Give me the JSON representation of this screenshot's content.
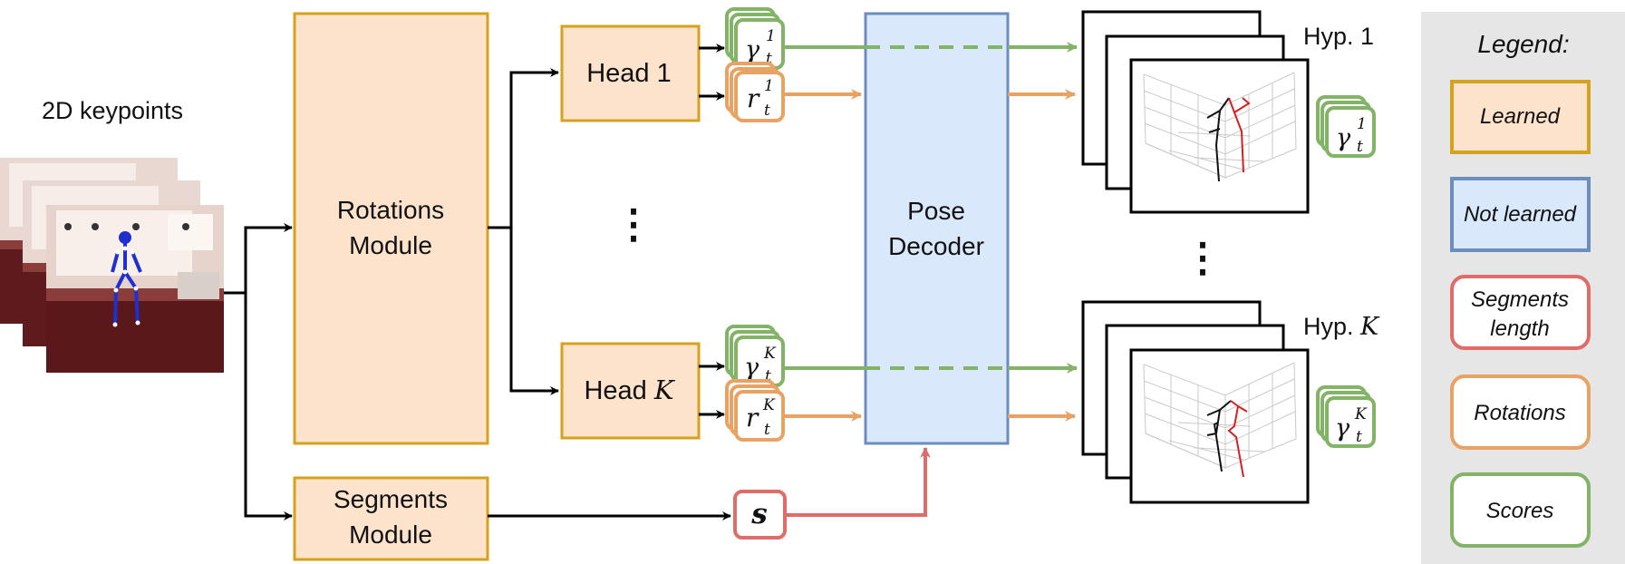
{
  "input": {
    "title": "2D keypoints"
  },
  "modules": {
    "rotations": [
      "Rotations",
      "Module"
    ],
    "segments": [
      "Segments",
      "Module"
    ],
    "pose_decoder": [
      "Pose",
      "Decoder"
    ]
  },
  "heads": {
    "first": {
      "text": "Head ",
      "index": "1"
    },
    "last": {
      "text": "Head ",
      "index": "K"
    },
    "ellipsis": "⋮"
  },
  "symbols": {
    "gamma": "γ",
    "r": "r",
    "t": "t",
    "s": "s",
    "sup_first": "1",
    "sup_last": "K"
  },
  "hypotheses": {
    "first": {
      "text": "Hyp. ",
      "index": "1"
    },
    "last": {
      "text": "Hyp. ",
      "index": "K"
    },
    "ellipsis": "⋮"
  },
  "legend": {
    "title": "Legend:",
    "items": [
      {
        "lines": [
          "Learned"
        ],
        "border": "#d6a21e",
        "fill": "#fde3cb"
      },
      {
        "lines": [
          "Not learned"
        ],
        "border": "#6c8ebf",
        "fill": "#dae8fc"
      },
      {
        "lines": [
          "Segments",
          "length"
        ],
        "border": "#e06c68",
        "fill": "#ffffff"
      },
      {
        "lines": [
          "Rotations"
        ],
        "border": "#e8a264",
        "fill": "#ffffff"
      },
      {
        "lines": [
          "Scores"
        ],
        "border": "#82b366",
        "fill": "#ffffff"
      }
    ]
  },
  "colors": {
    "learned_border": "#d6a21e",
    "learned_fill": "#fde3cb",
    "decoder_border": "#6c8ebf",
    "decoder_fill": "#dae8fc",
    "score": "#82b366",
    "rotation": "#e8a264",
    "segment": "#e06c68",
    "legend_bg": "#e6e6e6"
  }
}
